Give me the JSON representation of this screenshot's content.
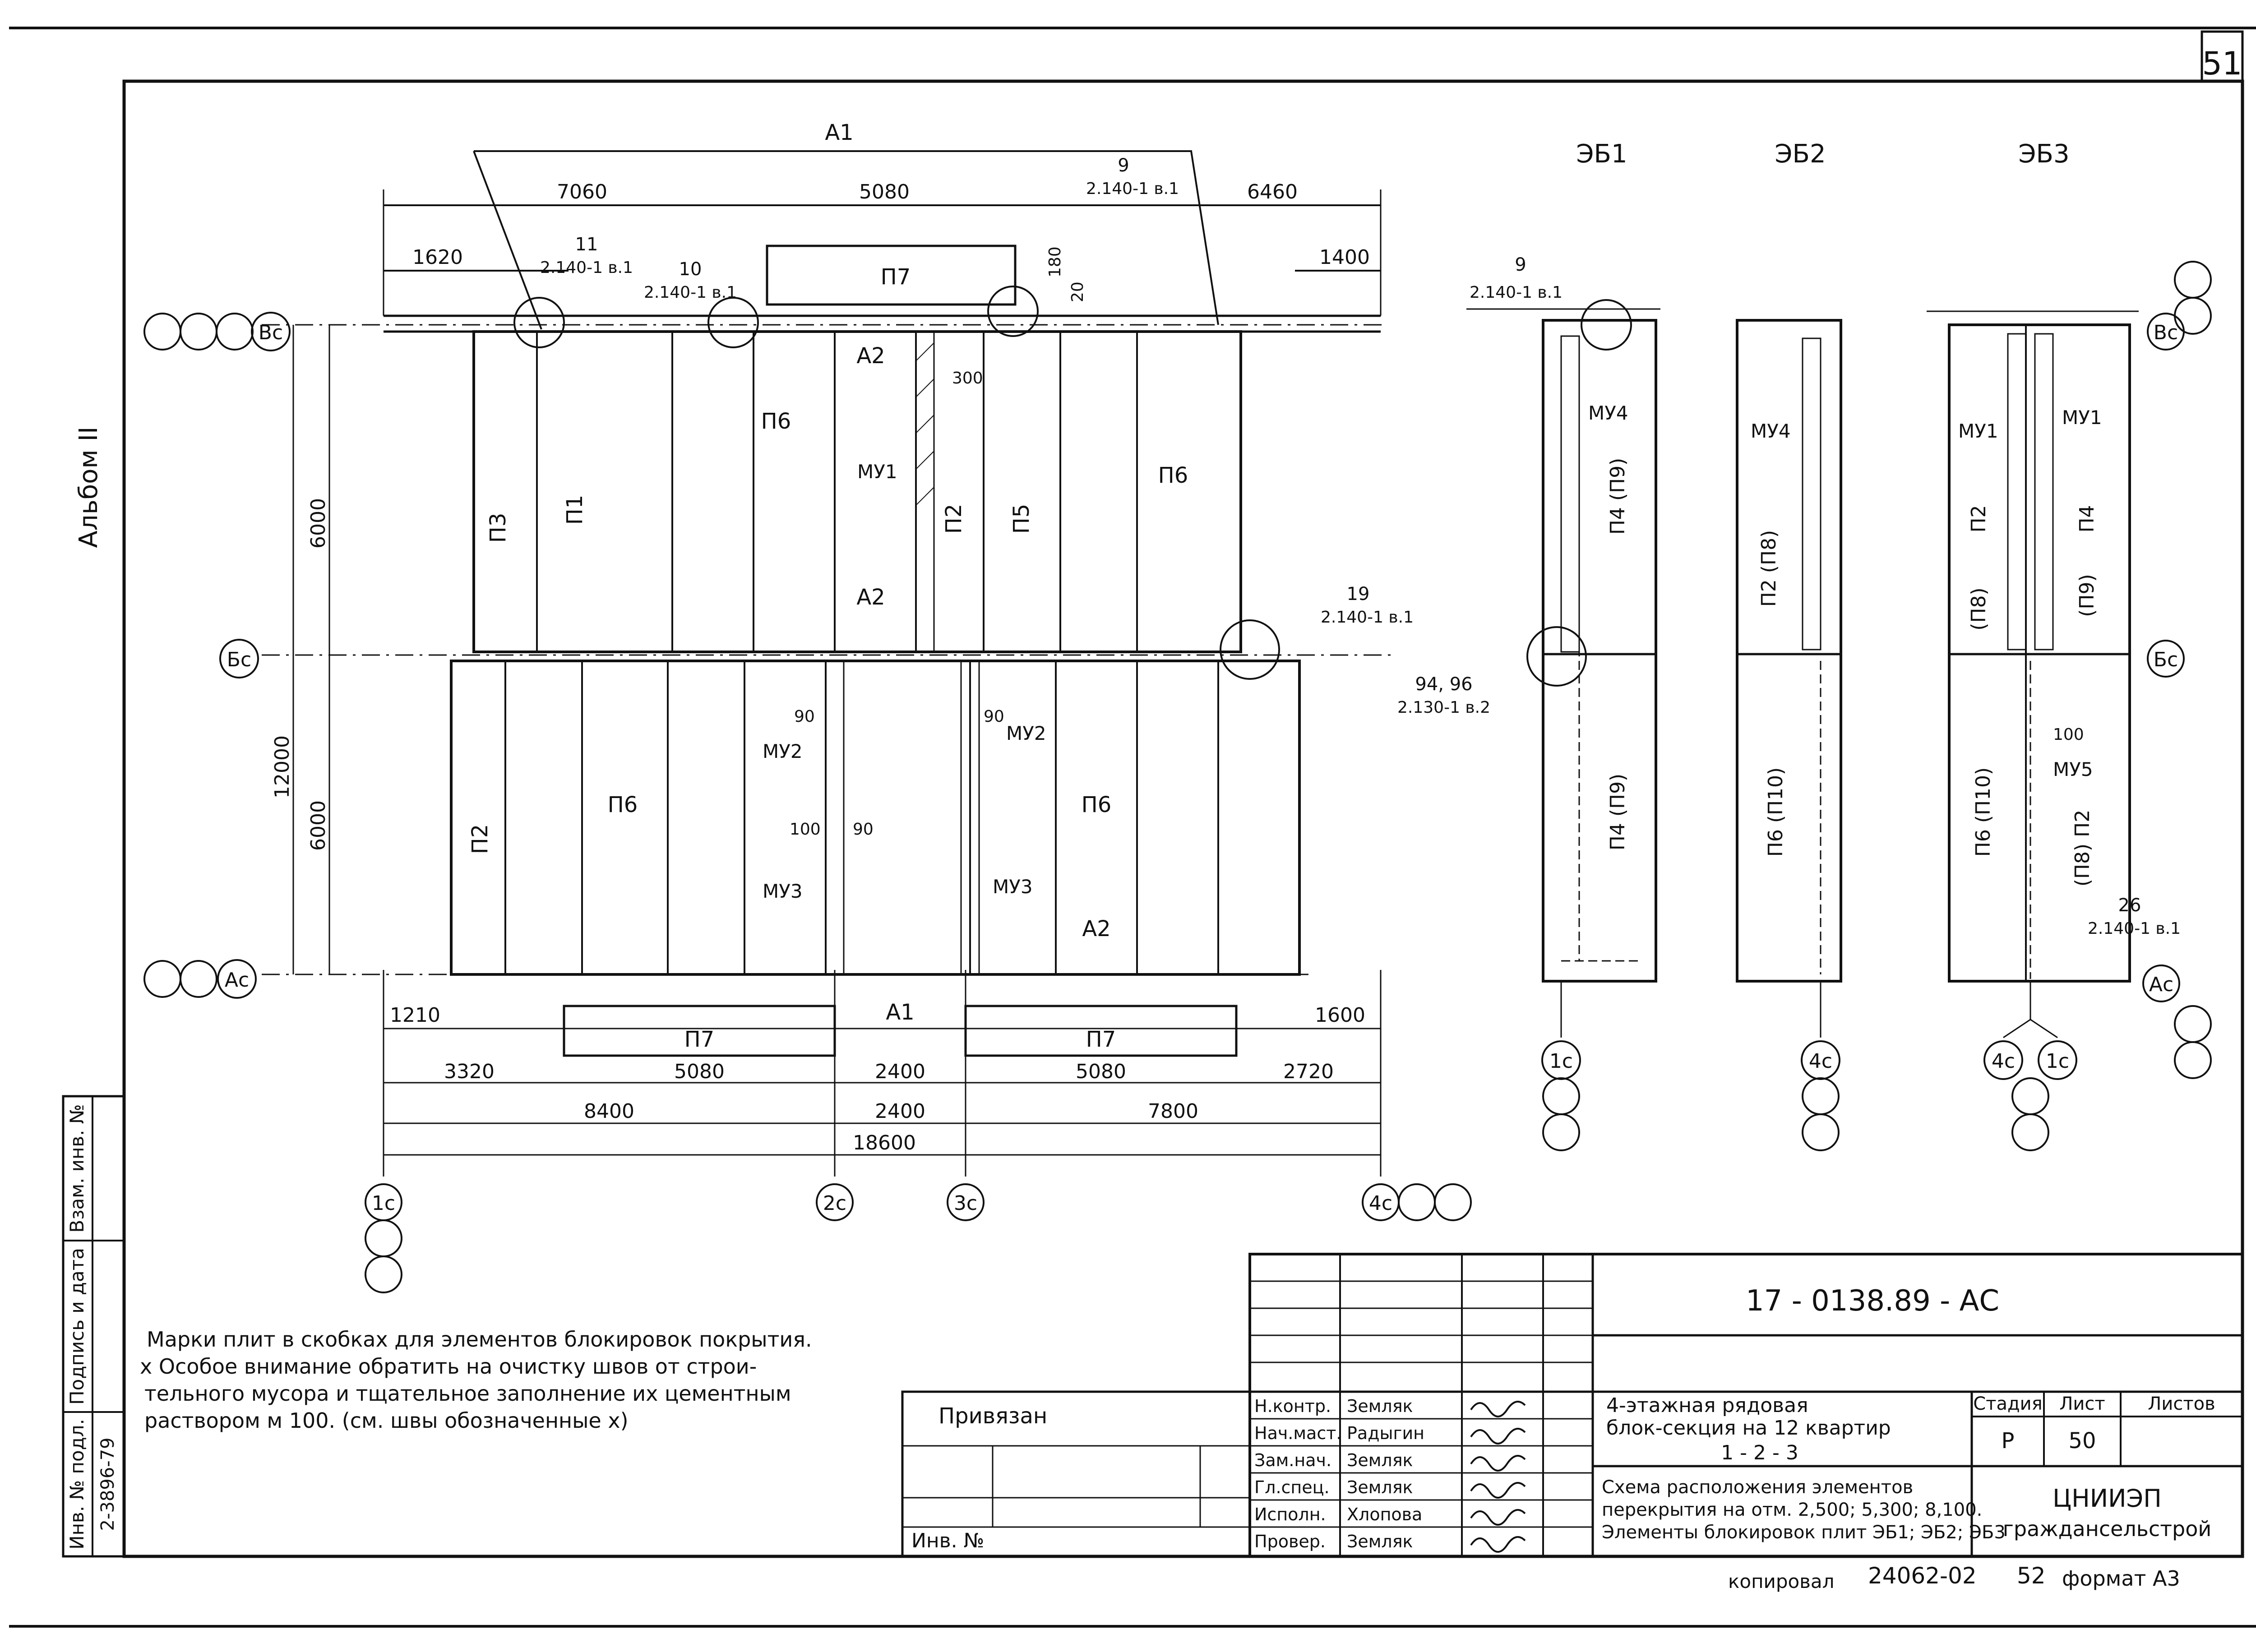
{
  "sheet_number": "51",
  "album_label": "Альбом II",
  "plan": {
    "dims_top": [
      "7060",
      "5080",
      "6460"
    ],
    "dims_top_small": [
      "1620",
      "1400"
    ],
    "dims_bottom_row1": [
      "1210",
      "1600"
    ],
    "dims_bottom_row2": [
      "3320",
      "5080",
      "2400",
      "5080",
      "2720"
    ],
    "dims_bottom_row3": [
      "8400",
      "2400",
      "7800"
    ],
    "dims_total": "18600",
    "dims_left": [
      "6000",
      "12000",
      "6000"
    ],
    "dims_misc": [
      "300",
      "180",
      "20",
      "90",
      "90",
      "100",
      "90"
    ],
    "axes_rows": [
      "Вс",
      "Бс",
      "Ас"
    ],
    "axes_cols": [
      "1с",
      "2с",
      "3с",
      "4с"
    ],
    "section_marks": [
      "А1",
      "А2",
      "А2",
      "А2",
      "А1"
    ],
    "slabs": [
      "П7",
      "П6",
      "П3",
      "П1",
      "П2",
      "П5",
      "П6",
      "П2",
      "П6",
      "П6",
      "П7",
      "П7"
    ],
    "joints": [
      "МУ1",
      "МУ2",
      "МУ2",
      "МУ3",
      "МУ3"
    ],
    "callouts": [
      {
        "num": "11",
        "ref": "2.140-1 в.1"
      },
      {
        "num": "10",
        "ref": "2.140-1 в.1"
      },
      {
        "num": "9",
        "ref": "2.140-1 в.1"
      },
      {
        "num": "19",
        "ref": "2.140-1 в.1"
      }
    ]
  },
  "blocks": {
    "eb1": {
      "title": "ЭБ1",
      "callout_num": "9",
      "callout_ref": "2.140-1 в.1",
      "joint": "МУ4",
      "slab_top": "П4 (П9)",
      "slab_bottom": "П4 (П9)",
      "note_num": "94, 96",
      "note_ref": "2.130-1 в.2",
      "axis": "1с"
    },
    "eb2": {
      "title": "ЭБ2",
      "joint": "МУ4",
      "slab_top": "П2 (П8)",
      "slab_bottom": "П6 (П10)",
      "axis": "4с"
    },
    "eb3": {
      "title": "ЭБ3",
      "joint_a": "МУ1",
      "joint_b": "МУ1",
      "joint_c": "МУ5",
      "dim": "100",
      "slab_top_a": "П2",
      "slab_top_a2": "(П8)",
      "slab_top_b": "П4",
      "slab_top_b2": "(П9)",
      "slab_bottom_a": "П6 (П10)",
      "slab_bottom_b": "(П8) П2",
      "callout_num": "26",
      "callout_ref": "2.140-1 в.1",
      "axis_a": "4с",
      "axis_b": "1с",
      "row_top": "Вс",
      "row_mid": "Бс",
      "row_bot": "Ас"
    }
  },
  "notes": [
    "Марки плит в скобках для элементов блокировок покрытия.",
    "х Особое внимание обратить на очистку швов от строи-",
    "тельного мусора и тщательное заполнение их цементным",
    "раствором м 100. (см. швы обозначенные  х)"
  ],
  "left_strip": {
    "labels": [
      "Инв. № подл.",
      "Подпись и дата",
      "Взам. инв. №"
    ],
    "inv_value": "2-3896-79"
  },
  "title_block": {
    "code": "17 - 0138.89  -  АС",
    "privyazan": "Привязан",
    "inv_no": "Инв. №",
    "roles": [
      {
        "role": "Н.контр.",
        "name": "Земляк"
      },
      {
        "role": "Нач.маст.",
        "name": "Радыгин"
      },
      {
        "role": "Зам.нач.",
        "name": "Земляк"
      },
      {
        "role": "Гл.спец.",
        "name": "Земляк"
      },
      {
        "role": "Исполн.",
        "name": "Хлопова"
      },
      {
        "role": "Провер.",
        "name": "Земляк"
      }
    ],
    "project_title": [
      "4-этажная рядовая",
      "блок-секция на 12 квартир",
      "1 - 2 - 3"
    ],
    "sheet_title": [
      "Схема расположения элементов",
      "перекрытия на отм. 2,500; 5,300; 8,100.",
      "Элементы блокировок плит ЭБ1; ЭБ2; ЭБ3"
    ],
    "stage_label": "Стадия",
    "sheet_label": "Лист",
    "sheets_label": "Листов",
    "stage": "Р",
    "sheet": "50",
    "org": [
      "ЦНИИЭП",
      "граждансельстрой"
    ]
  },
  "footer": {
    "copied": "копировал",
    "num": "24062-02",
    "page": "52",
    "format": "формат А3"
  }
}
